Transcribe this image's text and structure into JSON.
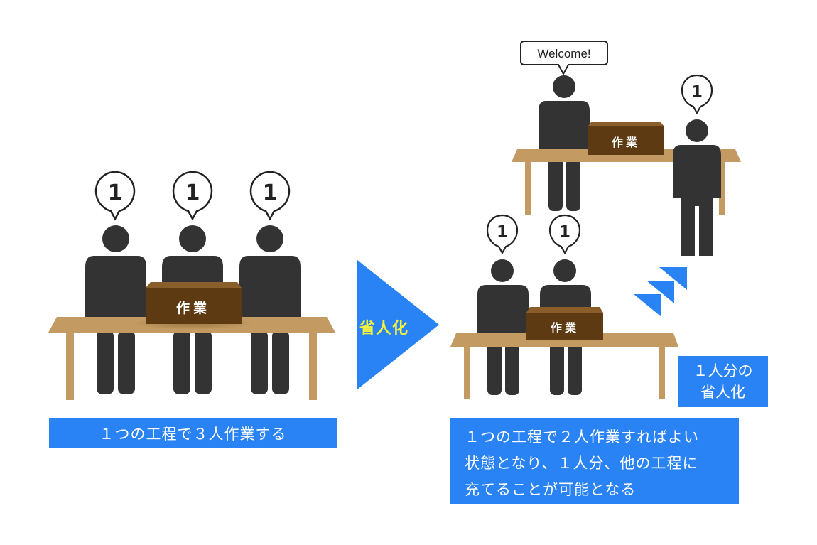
{
  "work_box_label": "作業",
  "speech_number": "1",
  "greeting": "Welcome!",
  "arrow_label": "省人化",
  "caption_left": "１つの工程で３人作業する",
  "caption_right_lines": [
    "１つの工程で２人作業すればよい",
    "状態となり、１人分、他の工程に",
    "充てることが可能となる"
  ],
  "caption_saved_lines": [
    "１人分の",
    "省人化"
  ],
  "colors": {
    "person": "#333333",
    "table": "#c29a62",
    "box": "#5e3a12",
    "accent_blue": "#2a83f5",
    "arrow_label": "#f4f23a"
  }
}
